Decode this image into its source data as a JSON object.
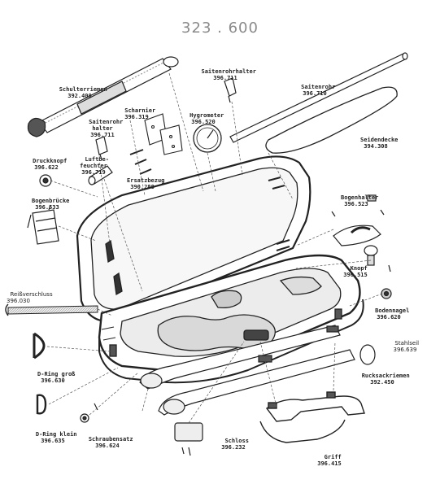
{
  "title": "323 . 600",
  "parts": [
    {
      "id": "schulterriemen",
      "name": "Schulterriemen",
      "number": "392.400"
    },
    {
      "id": "saitenrohrhalter-top",
      "name": "Saitenrohrhalter",
      "number": "396.711"
    },
    {
      "id": "saitenrohr",
      "name": "Saitenrohr",
      "number": "396.710"
    },
    {
      "id": "scharnier",
      "name": "Scharnier",
      "number": "396.319"
    },
    {
      "id": "hygrometer",
      "name": "Hygrometer",
      "number": "396.520"
    },
    {
      "id": "saitenrohrhalter-left",
      "name": "Saitenrohr\nhalter",
      "number": "396.711"
    },
    {
      "id": "seidendecke",
      "name": "Seidendecke",
      "number": "394.308"
    },
    {
      "id": "druckknopf",
      "name": "Druckknopf",
      "number": "396.622"
    },
    {
      "id": "luftbefeuchter",
      "name": "Luftbe-\nfeuchter",
      "number": "396.719"
    },
    {
      "id": "ersatzbezug",
      "name": "Ersatzbezug",
      "number": "390.288"
    },
    {
      "id": "bogenbruecke",
      "name": "Bogenbrücke",
      "number": "396.533"
    },
    {
      "id": "bogenhalter",
      "name": "Bogenhalter",
      "number": "396.523"
    },
    {
      "id": "reissverschluss",
      "name": "Reißverschluss",
      "number": "396.030"
    },
    {
      "id": "knopf",
      "name": "Knopf",
      "number": "396.515"
    },
    {
      "id": "bodennagel",
      "name": "Bodennagel",
      "number": "396.620"
    },
    {
      "id": "stahlseil",
      "name": "Stahlseil",
      "number": "396.639"
    },
    {
      "id": "d-ring-gross",
      "name": "D-Ring groß",
      "number": "396.630"
    },
    {
      "id": "rucksackriemen",
      "name": "Rucksackriemen",
      "number": "392.450"
    },
    {
      "id": "d-ring-klein",
      "name": "D-Ring klein",
      "number": "396.635"
    },
    {
      "id": "schraubensatz",
      "name": "Schraubensatz",
      "number": "396.624"
    },
    {
      "id": "schloss",
      "name": "Schloss",
      "number": "396.232"
    },
    {
      "id": "griff",
      "name": "Griff",
      "number": "396.415"
    }
  ]
}
